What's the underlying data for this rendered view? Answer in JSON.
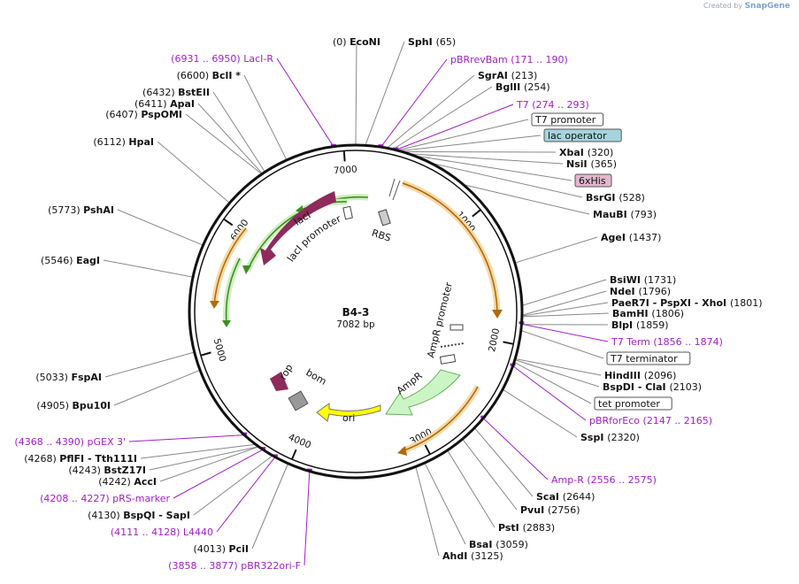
{
  "brand": {
    "prefix": "Created by",
    "name": "SnapGene"
  },
  "plasmid": {
    "name": "B4-3",
    "length_label": "7082 bp",
    "length": 7082
  },
  "ticks": [
    {
      "pos": 1000,
      "label": "1000"
    },
    {
      "pos": 2000,
      "label": "2000"
    },
    {
      "pos": 3000,
      "label": "3000"
    },
    {
      "pos": 4000,
      "label": "4000"
    },
    {
      "pos": 5000,
      "label": "5000"
    },
    {
      "pos": 6000,
      "label": "6000"
    },
    {
      "pos": 7000,
      "label": "7000"
    }
  ],
  "sites": [
    {
      "pos": 0,
      "name": "EcoNI",
      "posText": "(0)",
      "kind": "enzyme"
    },
    {
      "pos": 65,
      "name": "SphI",
      "posText": "(65)",
      "kind": "enzyme"
    },
    {
      "pos": 171,
      "name": "pBRrevBam",
      "posText": "(171 .. 190)",
      "kind": "primer"
    },
    {
      "pos": 213,
      "name": "SgrAI",
      "posText": "(213)",
      "kind": "enzyme"
    },
    {
      "pos": 254,
      "name": "BglII",
      "posText": "(254)",
      "kind": "enzyme"
    },
    {
      "pos": 274,
      "name": "T7",
      "posText": "(274 .. 293)",
      "kind": "primer"
    },
    {
      "pos": 285,
      "name": "T7 promoter",
      "kind": "box",
      "fill": "#ffffff"
    },
    {
      "pos": 300,
      "name": "lac operator",
      "kind": "box",
      "fill": "#a6d4de"
    },
    {
      "pos": 320,
      "name": "XbaI",
      "posText": "(320)",
      "kind": "enzyme"
    },
    {
      "pos": 365,
      "name": "NsiI",
      "posText": "(365)",
      "kind": "enzyme"
    },
    {
      "pos": 400,
      "name": "6xHis",
      "kind": "box",
      "fill": "#e2b7cd"
    },
    {
      "pos": 528,
      "name": "BsrGI",
      "posText": "(528)",
      "kind": "enzyme"
    },
    {
      "pos": 793,
      "name": "MauBI",
      "posText": "(793)",
      "kind": "enzyme"
    },
    {
      "pos": 1437,
      "name": "AgeI",
      "posText": "(1437)",
      "kind": "enzyme"
    },
    {
      "pos": 1731,
      "name": "BsiWI",
      "posText": "(1731)",
      "kind": "enzyme"
    },
    {
      "pos": 1796,
      "name": "NdeI",
      "posText": "(1796)",
      "kind": "enzyme"
    },
    {
      "pos": 1801,
      "name": "PaeR7I - PspXI - XhoI",
      "posText": "(1801)",
      "kind": "enzyme"
    },
    {
      "pos": 1806,
      "name": "BamHI",
      "posText": "(1806)",
      "kind": "enzyme"
    },
    {
      "pos": 1859,
      "name": "BlpI",
      "posText": "(1859)",
      "kind": "enzyme"
    },
    {
      "pos": 1856,
      "name": "T7 Term",
      "posText": "(1856 .. 1874)",
      "kind": "primer"
    },
    {
      "pos": 1900,
      "name": "T7 terminator",
      "kind": "box",
      "fill": "#ffffff"
    },
    {
      "pos": 2096,
      "name": "HindIII",
      "posText": "(2096)",
      "kind": "enzyme"
    },
    {
      "pos": 2103,
      "name": "BspDI - ClaI",
      "posText": "(2103)",
      "kind": "enzyme"
    },
    {
      "pos": 2120,
      "name": "tet promoter",
      "kind": "box",
      "fill": "#ffffff"
    },
    {
      "pos": 2147,
      "name": "pBRforEco",
      "posText": "(2147 .. 2165)",
      "kind": "primer"
    },
    {
      "pos": 2320,
      "name": "SspI",
      "posText": "(2320)",
      "kind": "enzyme"
    },
    {
      "pos": 2556,
      "name": "Amp-R",
      "posText": "(2556 .. 2575)",
      "kind": "primer"
    },
    {
      "pos": 2644,
      "name": "ScaI",
      "posText": "(2644)",
      "kind": "enzyme"
    },
    {
      "pos": 2756,
      "name": "PvuI",
      "posText": "(2756)",
      "kind": "enzyme"
    },
    {
      "pos": 2883,
      "name": "PstI",
      "posText": "(2883)",
      "kind": "enzyme"
    },
    {
      "pos": 3059,
      "name": "BsaI",
      "posText": "(3059)",
      "kind": "enzyme"
    },
    {
      "pos": 3125,
      "name": "AhdI",
      "posText": "(3125)",
      "kind": "enzyme"
    },
    {
      "pos": 3858,
      "name": "pBR322ori-F",
      "posText": "(3858 .. 3877)",
      "kind": "primer"
    },
    {
      "pos": 4013,
      "name": "PciI",
      "posText": "(4013)",
      "kind": "enzyme"
    },
    {
      "pos": 4111,
      "name": "L4440",
      "posText": "(4111 .. 4128)",
      "kind": "primer"
    },
    {
      "pos": 4130,
      "name": "BspQI - SapI",
      "posText": "(4130)",
      "kind": "enzyme"
    },
    {
      "pos": 4208,
      "name": "pRS-marker",
      "posText": "(4208 .. 4227)",
      "kind": "primer"
    },
    {
      "pos": 4242,
      "name": "AccI",
      "posText": "(4242)",
      "kind": "enzyme"
    },
    {
      "pos": 4243,
      "name": "BstZ17I",
      "posText": "(4243)",
      "kind": "enzyme"
    },
    {
      "pos": 4268,
      "name": "PflFI - Tth111I",
      "posText": "(4268)",
      "kind": "enzyme"
    },
    {
      "pos": 4368,
      "name": "pGEX 3'",
      "posText": "(4368 .. 4390)",
      "kind": "primer"
    },
    {
      "pos": 4905,
      "name": "Bpu10I",
      "posText": "(4905)",
      "kind": "enzyme"
    },
    {
      "pos": 5033,
      "name": "FspAI",
      "posText": "(5033)",
      "kind": "enzyme"
    },
    {
      "pos": 5546,
      "name": "EagI",
      "posText": "(5546)",
      "kind": "enzyme"
    },
    {
      "pos": 5773,
      "name": "PshAI",
      "posText": "(5773)",
      "kind": "enzyme"
    },
    {
      "pos": 6112,
      "name": "HpaI",
      "posText": "(6112)",
      "kind": "enzyme"
    },
    {
      "pos": 6407,
      "name": "PspOMI",
      "posText": "(6407)",
      "kind": "enzyme"
    },
    {
      "pos": 6411,
      "name": "ApaI",
      "posText": "(6411)",
      "kind": "enzyme"
    },
    {
      "pos": 6432,
      "name": "BstEII",
      "posText": "(6432)",
      "kind": "enzyme"
    },
    {
      "pos": 6600,
      "name": "BclI *",
      "posText": "(6600)",
      "kind": "enzyme"
    },
    {
      "pos": 6931,
      "name": "LacI-R",
      "posText": "(6931 .. 6950)",
      "kind": "primer"
    }
  ],
  "inner_features": [
    {
      "name": "lacI",
      "color": "#8e2a5c"
    },
    {
      "name": "lacI promoter",
      "color": "#ffffff"
    },
    {
      "name": "RBS",
      "color": "#cccccc"
    },
    {
      "name": "AmpR promoter",
      "color": "#ffffff"
    },
    {
      "name": "AmpR",
      "color": "#ccf5c6"
    },
    {
      "name": "ori",
      "color": "#ffff00"
    },
    {
      "name": "rop",
      "color": "#8e2a5c"
    },
    {
      "name": "bom",
      "color": "#999999"
    }
  ],
  "colors": {
    "primer": "#a020c8",
    "orf_orange": "#d98a1a",
    "orf_green": "#3d8f1f",
    "backbone": "#111111"
  }
}
